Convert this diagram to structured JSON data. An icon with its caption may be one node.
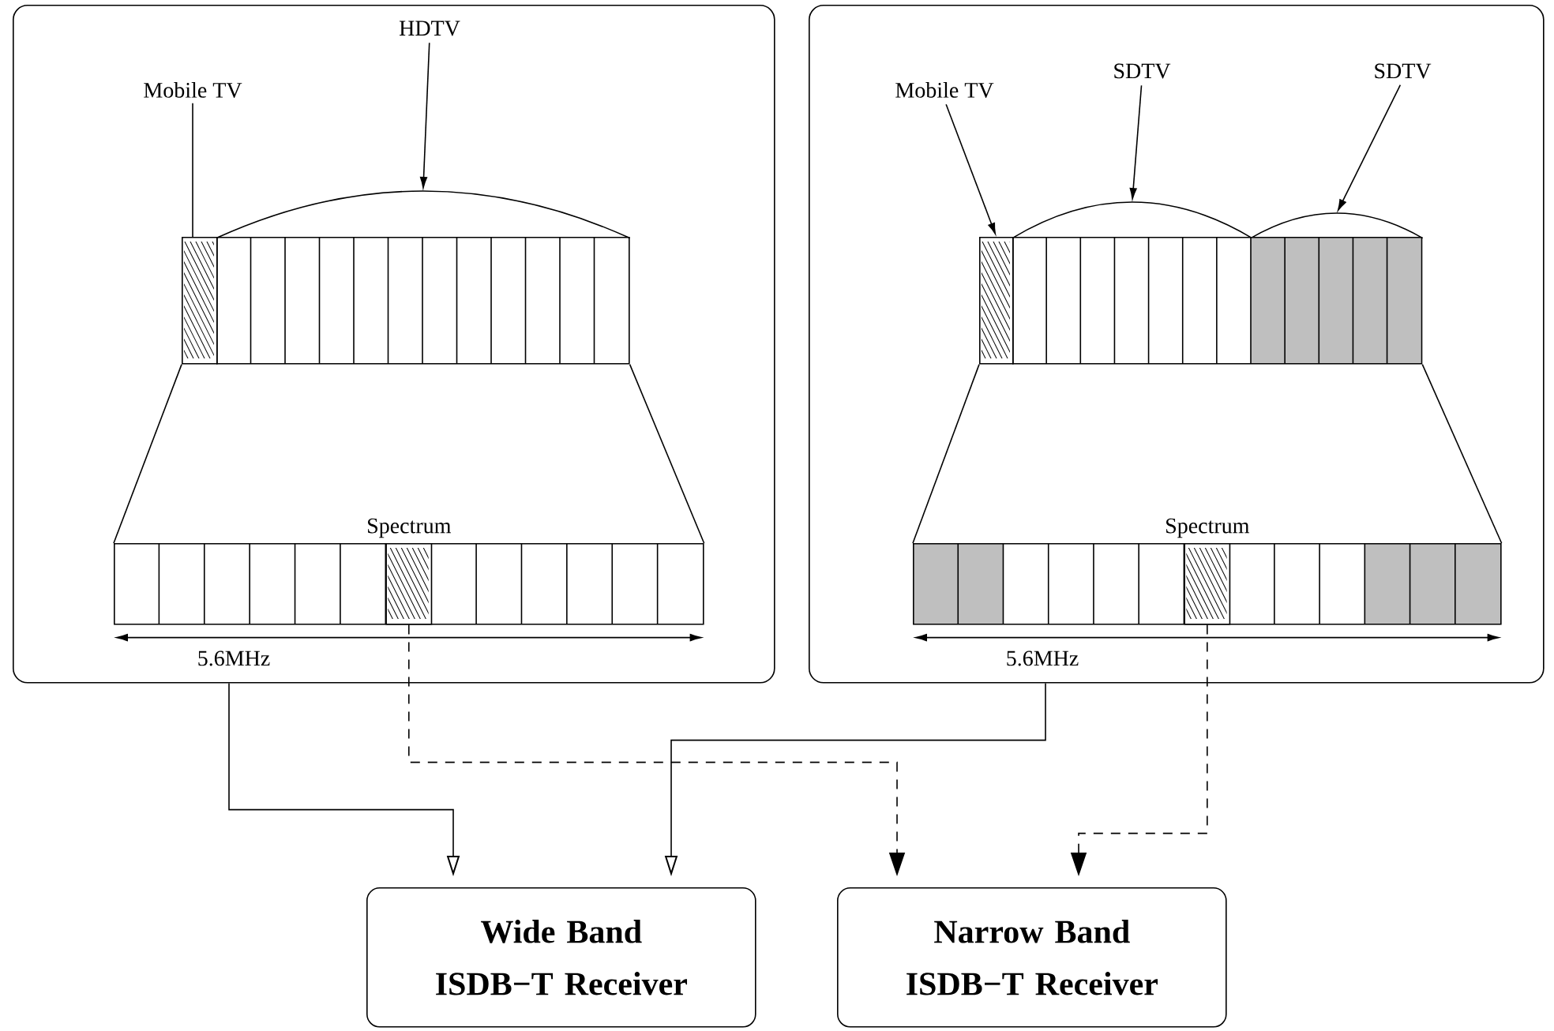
{
  "diagram": {
    "nodes": [
      {
        "text": [],
        "shape": "box"
      },
      {
        "text": [
          "Mobile TV"
        ],
        "in": 0
      },
      {
        "text": [],
        "shape": "box",
        "in": 0
      },
      {
        "text": [
          "HDTV"
        ],
        "in": 0
      },
      {
        "text": [],
        "shape": "arc",
        "in": 0
      },
      {
        "text": [
          "Spectrum"
        ],
        "in": 0
      },
      {
        "text": [],
        "shape": "box",
        "in": 5
      },
      {
        "text": [],
        "shape": "box"
      },
      {
        "text": [
          "Mobile TV"
        ],
        "in": 7
      },
      {
        "text": [],
        "shape": "box",
        "in": 7
      },
      {
        "text": [
          "SDTV"
        ],
        "in": 7
      },
      {
        "text": [],
        "shape": "arc",
        "in": 7
      },
      {
        "text": [
          "SDTV"
        ],
        "in": 7
      },
      {
        "text": [],
        "shape": "arc",
        "in": 7
      },
      {
        "text": [
          "Spectrum"
        ],
        "in": 7
      },
      {
        "text": [],
        "shape": "box",
        "in": 14
      },
      {
        "text": [
          "Wide Band ISDB−T Receiver"
        ]
      },
      {
        "text": [
          "Narrow Band ISDB−T Receiver"
        ]
      },
      {
        "text": [],
        "shape": "bar",
        "in": 0
      },
      {
        "text": [],
        "shape": "bar",
        "in": 7
      }
    ],
    "edges": [
      {
        "from": 1,
        "to": 2,
        "arrow": "none"
      },
      {
        "from": 3,
        "to": 4,
        "arrow": "to"
      },
      {
        "from": 8,
        "to": 9,
        "arrow": "to"
      },
      {
        "from": 10,
        "to": 11,
        "arrow": "to"
      },
      {
        "from": 12,
        "to": 13,
        "arrow": "to"
      },
      {
        "from": 0,
        "to": 16,
        "arrow": "to"
      },
      {
        "from": 6,
        "to": 17,
        "arrow": "to",
        "style": "dashed"
      },
      {
        "from": 7,
        "to": 16,
        "arrow": "to"
      },
      {
        "from": 15,
        "to": 17,
        "arrow": "to",
        "style": "dashed"
      },
      {
        "from": 2,
        "to": 5,
        "arrow": "none"
      },
      {
        "from": 18,
        "to": 5,
        "arrow": "none"
      },
      {
        "from": 9,
        "to": 14,
        "arrow": "none"
      },
      {
        "from": 19,
        "to": 14,
        "arrow": "none"
      }
    ],
    "labels": [
      "5.6MHz",
      "5.6MHz"
    ]
  }
}
